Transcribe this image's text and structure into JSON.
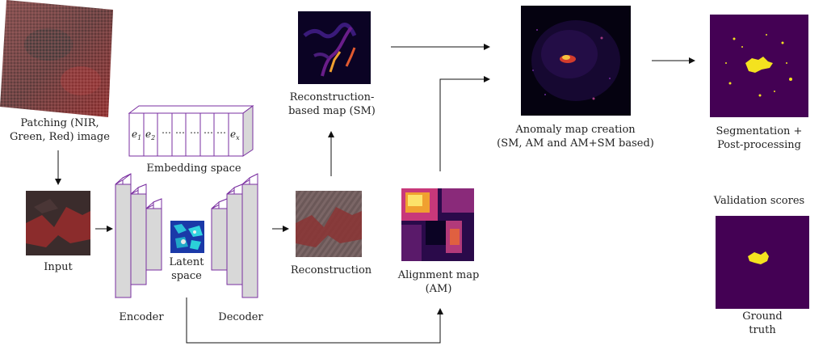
{
  "labels": {
    "patching": "Patching (NIR,\nGreen, Red) image",
    "input": "Input",
    "embedding_space": "Embedding space",
    "encoder": "Encoder",
    "latent_space": "Latent\nspace",
    "decoder": "Decoder",
    "reconstruction": "Reconstruction",
    "reconstruction_map": "Reconstruction-\nbased map (SM)",
    "alignment_map": "Alignment map\n(AM)",
    "anomaly_map": "Anomaly map creation\n(SM, AM and AM+SM based)",
    "segmentation": "Segmentation +\nPost-processing",
    "validation_scores": "Validation scores",
    "ground_truth": "Ground\ntruth"
  },
  "embedding_cells": [
    "e1",
    "e2",
    "...",
    "...",
    "...",
    "...",
    "...",
    "ex"
  ],
  "colors": {
    "encoder_fill": "#d8d8d8",
    "encoder_stroke": "#7a2fa0",
    "viridis_bg": "#440154",
    "viridis_fg": "#f4e21f",
    "inferno_bg": "#0b0324",
    "patch_red": "#8a2a2a"
  }
}
